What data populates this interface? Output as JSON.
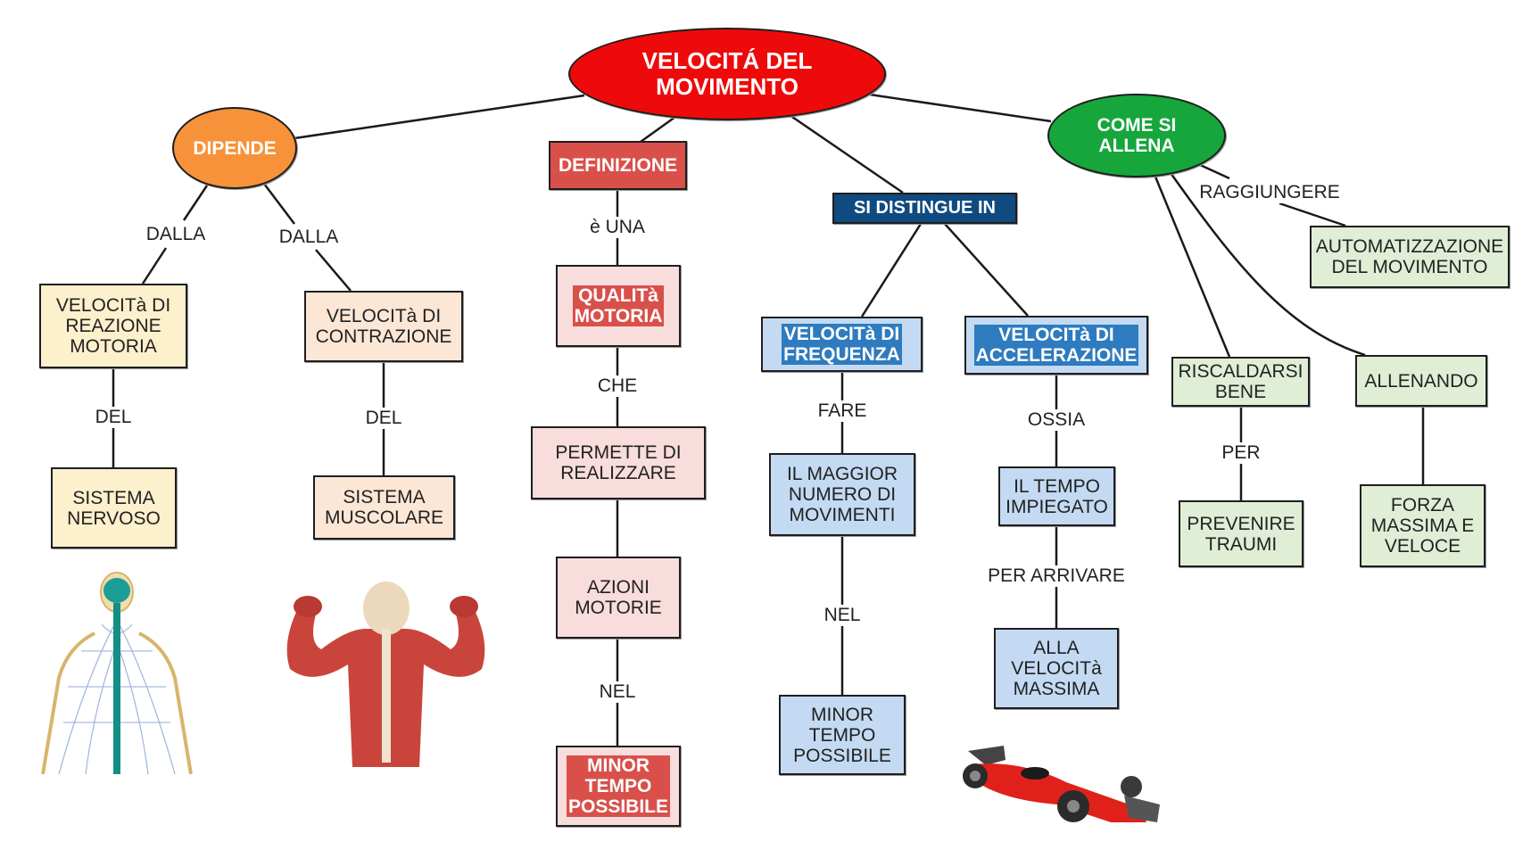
{
  "colors": {
    "main": "#ee0a0a",
    "dipende": "#f7923a",
    "definizione": "#d9504b",
    "distingue": "#0f4a80",
    "allena": "#16a63c",
    "yellow_box": "#fdf0cd",
    "peach_box": "#fce6d6",
    "pink_box": "#f9dcdc",
    "blue_box": "#c3daf2",
    "green_box": "#e1eed6",
    "highlight_red": "#d9504b",
    "highlight_blue": "#2e7bbf"
  },
  "nodes": {
    "main": "VELOCITÁ DEL\nMOVIMENTO",
    "dipende": "DIPENDE",
    "definizione": "DEFINIZIONE",
    "si_distingue": "SI DISTINGUE IN",
    "come_si_allena": "COME SI\nALLENA",
    "reazione": "VELOCITà DI\nREAZIONE\nMOTORIA",
    "contrazione": "VELOCITà DI\nCONTRAZIONE",
    "nervoso": "SISTEMA\nNERVOSO",
    "muscolare": "SISTEMA\nMUSCOLARE",
    "qualita": "QUALITà\nMOTORIA",
    "permette": "PERMETTE DI\nREALIZZARE",
    "azioni": "AZIONI\nMOTORIE",
    "minor_tempo_def": "MINOR\nTEMPO\nPOSSIBILE",
    "frequenza": "VELOCITà DI\nFREQUENZA",
    "accelerazione": "VELOCITà DI\nACCELERAZIONE",
    "maggior_numero": "IL MAGGIOR\nNUMERO DI\nMOVIMENTI",
    "minor_tempo_freq": "MINOR\nTEMPO\nPOSSIBILE",
    "tempo_impiegato": "IL TEMPO\nIMPIEGATO",
    "velocita_massima": "ALLA\nVELOCITà\nMASSIMA",
    "riscaldarsi": "RISCALDARSI\nBENE",
    "prevenire": "PREVENIRE\nTRAUMI",
    "allenando": "ALLENANDO",
    "forza": "FORZA\nMASSIMA E\nVELOCE",
    "automatizzazione": "AUTOMATIZZAZIONE\nDEL MOVIMENTO"
  },
  "link_labels": {
    "dalla_1": "DALLA",
    "dalla_2": "DALLA",
    "del_1": "DEL",
    "del_2": "DEL",
    "e_una": "è UNA",
    "che": "CHE",
    "nel_def": "NEL",
    "fare": "FARE",
    "nel_freq": "NEL",
    "ossia": "OSSIA",
    "per_arrivare": "PER ARRIVARE",
    "raggiungere": "RAGGIUNGERE",
    "per": "PER"
  },
  "images": {
    "nervous_system": "nervous-system-illustration",
    "muscular_system": "muscular-back-illustration",
    "race_car": "formula-one-car-illustration"
  }
}
